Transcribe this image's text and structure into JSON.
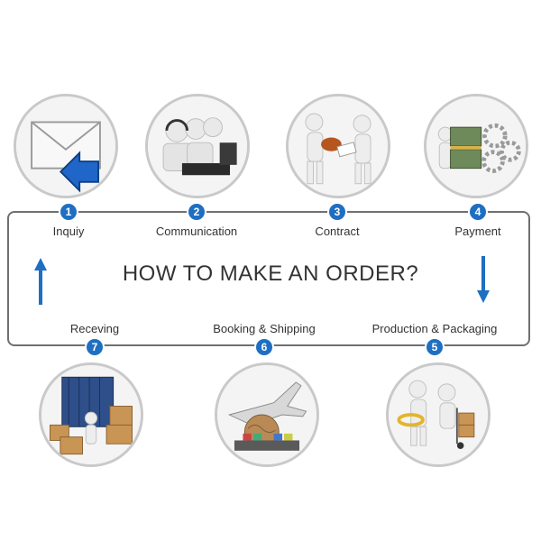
{
  "title": "HOW TO MAKE AN ORDER?",
  "steps": [
    {
      "num": "1",
      "label": "Inquiy",
      "icon": "envelope-reply-icon"
    },
    {
      "num": "2",
      "label": "Communication",
      "icon": "call-center-operators-icon"
    },
    {
      "num": "3",
      "label": "Contract",
      "icon": "handshake-contract-icon"
    },
    {
      "num": "4",
      "label": "Payment",
      "icon": "money-gears-icon"
    },
    {
      "num": "5",
      "label": "Production & Packaging",
      "icon": "cart-boxes-icon"
    },
    {
      "num": "6",
      "label": "Booking & Shipping",
      "icon": "airplane-globe-ship-icon"
    },
    {
      "num": "7",
      "label": "Receving",
      "icon": "container-boxes-icon"
    }
  ],
  "colors": {
    "accent": "#1e6fc1",
    "frame": "#707070",
    "circle_border": "#c9c9c9"
  }
}
